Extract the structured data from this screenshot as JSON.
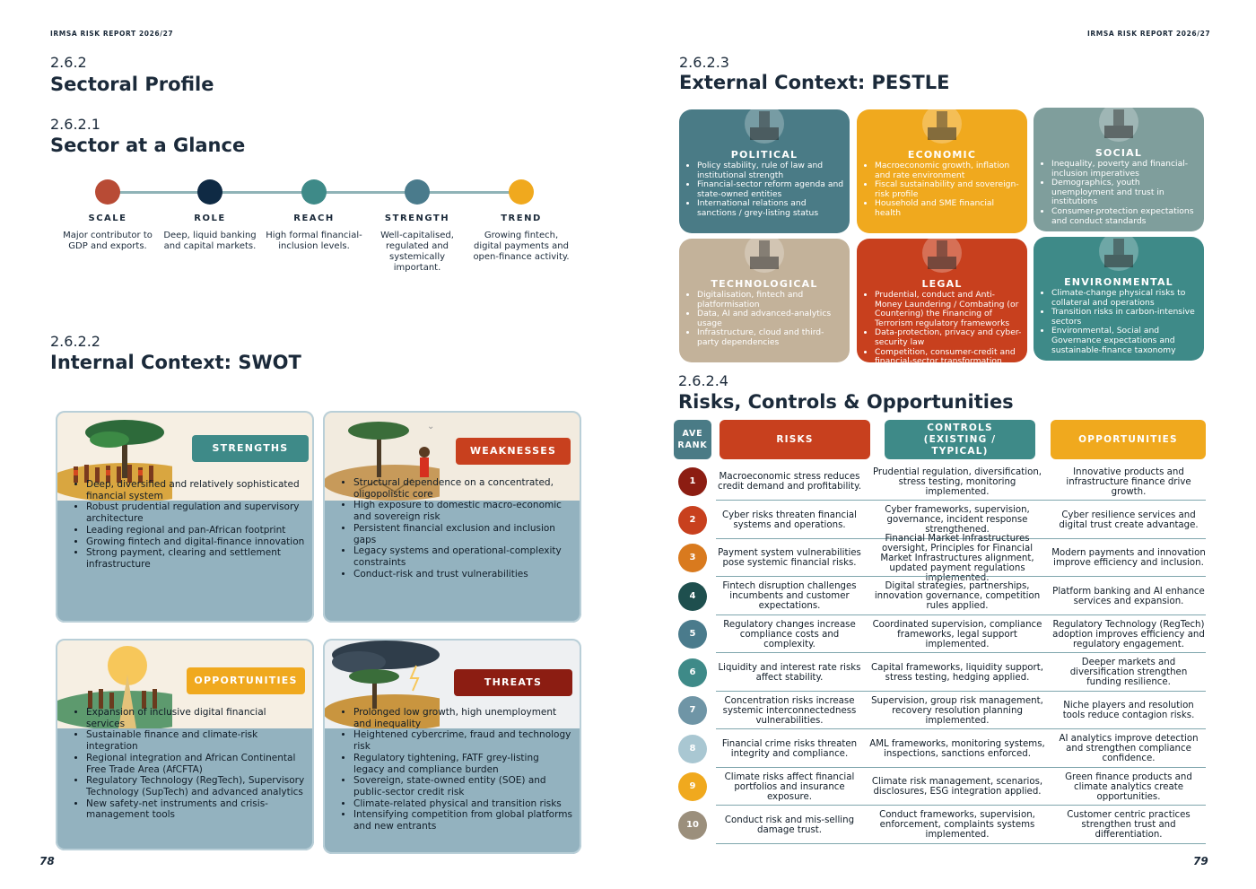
{
  "left_page": {
    "running_head": "IRMSA RISK REPORT 2026/27",
    "page_number": "78",
    "s262": {
      "num": "2.6.2",
      "title": "Sectoral Profile"
    },
    "s2621": {
      "num": "2.6.2.1",
      "title": "Sector at a Glance"
    },
    "glance": [
      {
        "label": "SCALE",
        "desc": "Major contributor to GDP and exports.",
        "color": "#b84b35"
      },
      {
        "label": "ROLE",
        "desc": "Deep, liquid banking and capital markets.",
        "color": "#0f2a44"
      },
      {
        "label": "REACH",
        "desc": "High formal financial-inclusion levels.",
        "color": "#3e8a88"
      },
      {
        "label": "STRENGTH",
        "desc": "Well-capitalised, regulated and systemically important.",
        "color": "#4a7b8c"
      },
      {
        "label": "TREND",
        "desc": "Growing fintech, digital payments and open-finance activity.",
        "color": "#f0a91e"
      }
    ],
    "s2622": {
      "num": "2.6.2.2",
      "title": "Internal Context: SWOT"
    },
    "swot": {
      "strengths": {
        "label": "STRENGTHS",
        "color": "#3e8a88",
        "items": [
          "Deep, diversified and relatively sophisticated financial system",
          "Robust prudential regulation and supervisory architecture",
          "Leading regional and pan-African footprint",
          "Growing fintech and digital-finance innovation",
          "Strong payment, clearing and settlement infrastructure"
        ]
      },
      "weaknesses": {
        "label": "WEAKNESSES",
        "color": "#c8401e",
        "items": [
          "Structural dependence on a concentrated, oligopolistic core",
          "High exposure to domestic macro-economic and sovereign risk",
          "Persistent financial exclusion and inclusion gaps",
          "Legacy systems and operational-complexity constraints",
          "Conduct-risk and trust vulnerabilities"
        ]
      },
      "opportunities": {
        "label": "OPPORTUNITIES",
        "color": "#f0a91e",
        "items": [
          "Expansion of inclusive digital financial services",
          "Sustainable finance and climate-risk integration",
          "Regional integration and African Continental Free Trade Area (AfCFTA)",
          "Regulatory Technology (RegTech), Supervisory Technology (SupTech) and advanced analytics",
          "New safety-net instruments and crisis-management tools"
        ]
      },
      "threats": {
        "label": "THREATS",
        "color": "#8c1d12",
        "items": [
          "Prolonged low growth, high unemployment and inequality",
          "Heightened cybercrime, fraud and technology risk",
          "Regulatory tightening, FATF grey-listing legacy and compliance burden",
          "Sovereign, state-owned entity (SOE) and public-sector credit risk",
          "Climate-related physical and transition risks",
          "Intensifying competition from global platforms and new entrants"
        ]
      }
    }
  },
  "right_page": {
    "running_head": "IRMSA RISK REPORT 2026/27",
    "page_number": "79",
    "s2623": {
      "num": "2.6.2.3",
      "title": "External Context: PESTLE"
    },
    "pestle": [
      {
        "label": "POLITICAL",
        "color": "#4a7b86",
        "icon": "capitol-building-icon",
        "items": [
          "Policy stability, rule of law and institutional strength",
          "Financial-sector reform agenda and state-owned entities",
          "International relations and sanctions / grey-listing status"
        ]
      },
      {
        "label": "ECONOMIC",
        "color": "#f0a91e",
        "icon": "growth-chart-icon",
        "items": [
          "Macroeconomic growth, inflation and rate environment",
          "Fiscal sustainability and sovereign-risk profile",
          "Household and SME financial health"
        ]
      },
      {
        "label": "SOCIAL",
        "color": "#7f9e9c",
        "icon": "people-group-icon",
        "items": [
          "Inequality, poverty and financial-inclusion imperatives",
          "Demographics, youth unemployment and trust in institutions",
          "Consumer-protection expectations and conduct standards"
        ]
      },
      {
        "label": "TECHNOLOGICAL",
        "color": "#c3b29a",
        "icon": "satellite-dish-icon",
        "items": [
          "Digitalisation, fintech and platformisation",
          "Data, AI and advanced-analytics usage",
          "Infrastructure, cloud and third-party dependencies"
        ]
      },
      {
        "label": "LEGAL",
        "color": "#c8401e",
        "icon": "scales-of-justice-icon",
        "items": [
          "Prudential, conduct and Anti-Money Laundering / Combating (or Countering) the Financing of Terrorism regulatory frameworks",
          "Data-protection, privacy and cyber-security law",
          "Competition, consumer-credit and financial-sector transformation"
        ]
      },
      {
        "label": "ENVIRONMENTAL",
        "color": "#3e8a88",
        "icon": "wind-solar-icon",
        "items": [
          "Climate-change physical risks to collateral and operations",
          "Transition risks in carbon-intensive sectors",
          "Environmental, Social and Governance expectations and sustainable-finance taxonomy"
        ]
      }
    ],
    "s2624": {
      "num": "2.6.2.4",
      "title": "Risks, Controls & Opportunities"
    },
    "table": {
      "headers": {
        "rank": "AVE RANK",
        "risks": "RISKS",
        "controls": "CONTROLS (EXISTING / TYPICAL)",
        "opportunities": "OPPORTUNITIES"
      },
      "header_colors": {
        "rank": "#4a7b86",
        "risks": "#c8401e",
        "controls": "#3e8a88",
        "opportunities": "#f0a91e"
      },
      "rows": [
        {
          "rank": "1",
          "color": "#8c1d12",
          "risk": "Macroeconomic stress reduces credit demand and profitability.",
          "control": "Prudential regulation, diversification, stress testing, monitoring implemented.",
          "opportunity": "Innovative products and infrastructure finance drive growth."
        },
        {
          "rank": "2",
          "color": "#c8401e",
          "risk": "Cyber risks threaten financial systems and operations.",
          "control": "Cyber frameworks, supervision, governance, incident response strengthened.",
          "opportunity": "Cyber resilience services and digital trust create advantage."
        },
        {
          "rank": "3",
          "color": "#d97a1e",
          "risk": "Payment system vulnerabilities pose systemic financial risks.",
          "control": "Financial Market Infrastructures oversight, Principles for Financial Market Infrastructures alignment, updated payment regulations implemented.",
          "opportunity": "Modern payments and innovation improve efficiency and inclusion."
        },
        {
          "rank": "4",
          "color": "#1e4f4e",
          "risk": "Fintech disruption challenges incumbents and customer expectations.",
          "control": "Digital strategies, partnerships, innovation governance, competition rules applied.",
          "opportunity": "Platform banking and AI enhance services and expansion."
        },
        {
          "rank": "5",
          "color": "#4a7b8c",
          "risk": "Regulatory changes increase compliance costs and complexity.",
          "control": "Coordinated supervision, compliance frameworks, legal support implemented.",
          "opportunity": "Regulatory Technology (RegTech) adoption improves efficiency and regulatory engagement."
        },
        {
          "rank": "6",
          "color": "#3e8a88",
          "risk": "Liquidity and interest rate risks affect stability.",
          "control": "Capital frameworks, liquidity support, stress testing, hedging applied.",
          "opportunity": "Deeper markets and diversification strengthen funding resilience."
        },
        {
          "rank": "7",
          "color": "#6f95a6",
          "risk": "Concentration risks increase systemic interconnectedness vulnerabilities.",
          "control": "Supervision, group risk management, recovery resolution planning implemented.",
          "opportunity": "Niche players and resolution tools reduce contagion risks."
        },
        {
          "rank": "8",
          "color": "#a9c7d2",
          "risk": "Financial crime risks threaten integrity and compliance.",
          "control": "AML frameworks, monitoring systems, inspections, sanctions enforced.",
          "opportunity": "AI analytics improve detection and strengthen compliance confidence."
        },
        {
          "rank": "9",
          "color": "#f0a91e",
          "risk": "Climate risks affect financial portfolios and insurance exposure.",
          "control": "Climate risk management, scenarios, disclosures, ESG integration applied.",
          "opportunity": "Green finance products and climate analytics create opportunities."
        },
        {
          "rank": "10",
          "color": "#9b8f7c",
          "risk": "Conduct risk and mis-selling damage trust.",
          "control": "Conduct frameworks, supervision, enforcement, complaints systems implemented.",
          "opportunity": "Customer centric practices strengthen trust and differentiation."
        }
      ]
    }
  }
}
